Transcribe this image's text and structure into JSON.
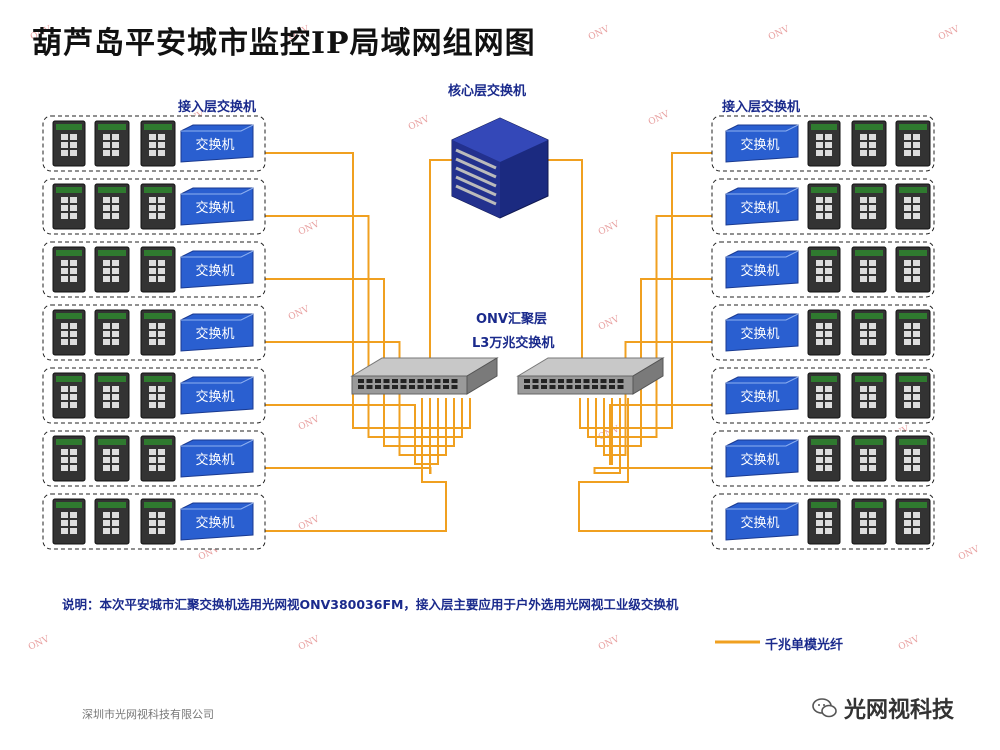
{
  "title": "葫芦岛平安城市监控IP局域网组网图",
  "labels": {
    "core": "核心层交换机",
    "access_left": "接入层交换机",
    "access_right": "接入层交换机",
    "agg_line1": "ONV汇聚层",
    "agg_line2": "L3万兆交换机",
    "switch": "交换机"
  },
  "note": "说明：本次平安城市汇聚交换机选用光网视ONV380036FM，接入层主要应用于户外选用光网视工业级交换机",
  "legend": {
    "label": "千兆单模光纤",
    "color": "#f0a020"
  },
  "footer": {
    "company": "深圳市光网视科技有限公司",
    "brand": "光网视科技"
  },
  "watermark": "ONV",
  "colors": {
    "fiber": "#f0a020",
    "switch_badge": "#2a5fd0",
    "text_blue": "#1a2a8c"
  }
}
